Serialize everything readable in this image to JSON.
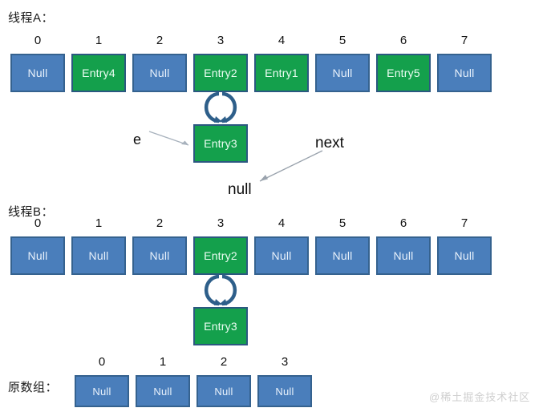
{
  "diagram": {
    "title_hidden": "",
    "threads": [
      {
        "id": "thread-a",
        "label": "线程A：",
        "indices": [
          "0",
          "1",
          "2",
          "3",
          "4",
          "5",
          "6",
          "7"
        ],
        "cells": [
          {
            "text": "Null",
            "color": "blue"
          },
          {
            "text": "Entry4",
            "color": "green"
          },
          {
            "text": "Null",
            "color": "blue"
          },
          {
            "text": "Entry2",
            "color": "green"
          },
          {
            "text": "Entry1",
            "color": "green"
          },
          {
            "text": "Null",
            "color": "blue"
          },
          {
            "text": "Entry5",
            "color": "green"
          },
          {
            "text": "Null",
            "color": "blue"
          }
        ],
        "child": {
          "text": "Entry3",
          "color": "green"
        },
        "annotations": [
          {
            "name": "e-label",
            "text": "e"
          },
          {
            "name": "next-label",
            "text": "next"
          },
          {
            "name": "null-label",
            "text": "null"
          }
        ]
      },
      {
        "id": "thread-b",
        "label": "线程B：",
        "indices": [
          "0",
          "1",
          "2",
          "3",
          "4",
          "5",
          "6",
          "7"
        ],
        "cells": [
          {
            "text": "Null",
            "color": "blue"
          },
          {
            "text": "Null",
            "color": "blue"
          },
          {
            "text": "Null",
            "color": "blue"
          },
          {
            "text": "Entry2",
            "color": "green"
          },
          {
            "text": "Null",
            "color": "blue"
          },
          {
            "text": "Null",
            "color": "blue"
          },
          {
            "text": "Null",
            "color": "blue"
          },
          {
            "text": "Null",
            "color": "blue"
          }
        ],
        "child": {
          "text": "Entry3",
          "color": "green"
        }
      }
    ],
    "original_array": {
      "label": "原数组：",
      "indices": [
        "0",
        "1",
        "2",
        "3"
      ],
      "cells": [
        {
          "text": "Null",
          "color": "blue"
        },
        {
          "text": "Null",
          "color": "blue"
        },
        {
          "text": "Null",
          "color": "blue"
        },
        {
          "text": "Null",
          "color": "blue"
        }
      ]
    },
    "watermark": "@稀土掘金技术社区",
    "colors": {
      "blue_fill": "#4a7ebb",
      "blue_border": "#35628f",
      "green_fill": "#14a04c",
      "green_border": "#2b5880",
      "loop_arrow": "#2e5f8a",
      "thin_arrow": "#9aa3ad",
      "background": "#ffffff",
      "text_dark": "#0d0d0d",
      "watermark": "#cfcfcf"
    }
  }
}
